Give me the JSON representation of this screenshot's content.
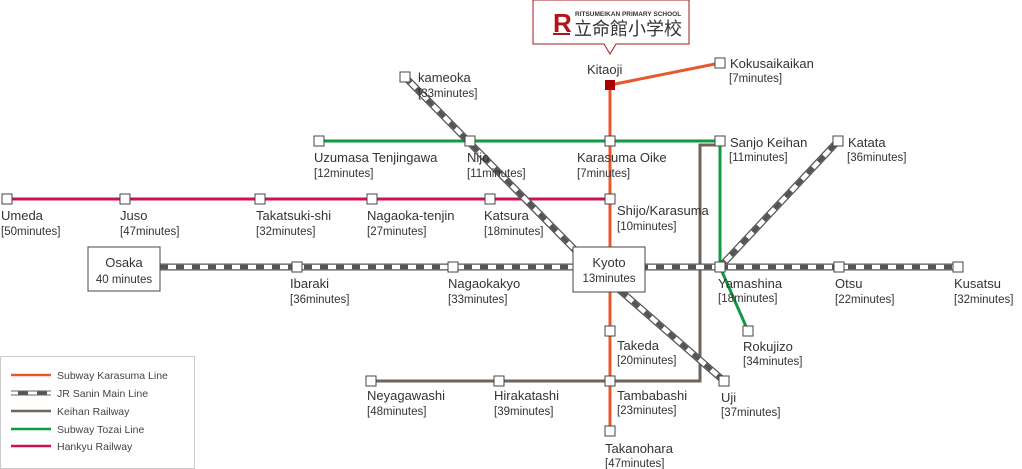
{
  "logo": {
    "letter": "R",
    "school_en": "RITSUMEIKAN PRIMARY SCHOOL",
    "school_jp": "立命館小学校"
  },
  "colors": {
    "karasuma": "#e8582c",
    "jr": "#555555",
    "keihan": "#6f635a",
    "tozai": "#119944",
    "hankyu": "#cc1155",
    "kitaoji_marker": "#aa0000"
  },
  "stations": {
    "kitaoji": {
      "name": "Kitaoji"
    },
    "kokusaikaikan": {
      "name": "Kokusaikaikan",
      "time": "[7minutes]"
    },
    "kameoka": {
      "name": "kameoka",
      "time": "[33minutes]"
    },
    "uzumasa": {
      "name": "Uzumasa Tenjingawa",
      "time": "[12minutes]"
    },
    "nijo": {
      "name": "Nijo",
      "time": "[11minutes]"
    },
    "karasuma_oike": {
      "name": "Karasuma Oike",
      "time": "[7minutes]"
    },
    "sanjo_keihan": {
      "name": "Sanjo Keihan",
      "time": "[11minutes]"
    },
    "katata": {
      "name": "Katata",
      "time": "[36minutes]"
    },
    "umeda": {
      "name": "Umeda",
      "time": "[50minutes]"
    },
    "juso": {
      "name": "Juso",
      "time": "[47minutes]"
    },
    "takatsuki": {
      "name": "Takatsuki-shi",
      "time": "[32minutes]"
    },
    "nagaoka_tenjin": {
      "name": "Nagaoka-tenjin",
      "time": "[27minutes]"
    },
    "katsura": {
      "name": "Katsura",
      "time": "[18minutes]"
    },
    "shijo": {
      "name": "Shijo/Karasuma",
      "time": "[10minutes]"
    },
    "osaka": {
      "name": "Osaka",
      "time": "40 minutes"
    },
    "ibaraki": {
      "name": "Ibaraki",
      "time": "[36minutes]"
    },
    "nagaokakyo": {
      "name": "Nagaokakyo",
      "time": "[33minutes]"
    },
    "kyoto": {
      "name": "Kyoto",
      "time": "13minutes"
    },
    "yamashina": {
      "name": "Yamashina",
      "time": "[18minutes]"
    },
    "otsu": {
      "name": "Otsu",
      "time": "[22minutes]"
    },
    "kusatsu": {
      "name": "Kusatsu",
      "time": "[32minutes]"
    },
    "rokujizo": {
      "name": "Rokujizo",
      "time": "[34minutes]"
    },
    "takeda": {
      "name": "Takeda",
      "time": "[20minutes]"
    },
    "neyagawashi": {
      "name": "Neyagawashi",
      "time": "[48minutes]"
    },
    "hirakatashi": {
      "name": "Hirakatashi",
      "time": "[39minutes]"
    },
    "tambabashi": {
      "name": "Tambabashi",
      "time": "[23minutes]"
    },
    "uji": {
      "name": "Uji",
      "time": "[37minutes]"
    },
    "takanohara": {
      "name": "Takanohara",
      "time": "[47minutes]"
    }
  },
  "legend": [
    {
      "label": "Subway Karasuma Line"
    },
    {
      "label": "JR Sanin Main Line"
    },
    {
      "label": "Keihan Railway"
    },
    {
      "label": "Subway Tozai Line"
    },
    {
      "label": "Hankyu Railway"
    }
  ]
}
